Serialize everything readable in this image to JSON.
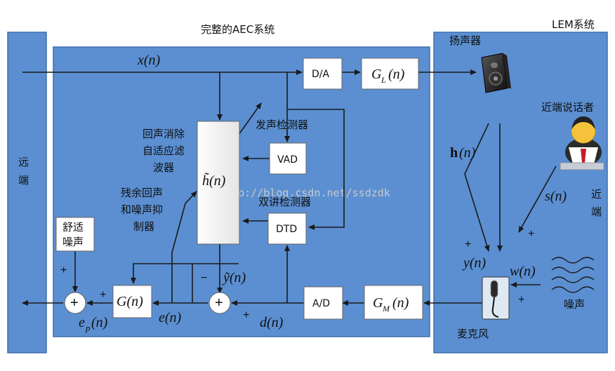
{
  "titles": {
    "main": "完整的AEC系统",
    "lem": "LEM系统"
  },
  "far_end": {
    "label_line1": "远",
    "label_line2": "端"
  },
  "near_end": {
    "label_line1": "近",
    "label_line2": "端"
  },
  "signals": {
    "x": "x(n)",
    "e": "e(n)",
    "ep": "e",
    "ep_sub": "p",
    "ep_tail": "(n)",
    "d": "d(n)",
    "y_tilde": "ỹ(n)",
    "y": "y(n)",
    "w": "w(n)",
    "s": "s(n)",
    "h": "h",
    "h_tail": "(n)"
  },
  "blocks": {
    "da": "D/A",
    "ad": "A/D",
    "gl": "G",
    "gl_sub": "L",
    "gl_tail": "(n)",
    "gm": "G",
    "gm_sub": "M",
    "gm_tail": "(n)",
    "g": "G(n)",
    "h_tilde": "h̃(n)",
    "vad": "VAD",
    "dtd": "DTD",
    "comfort_noise_line1": "舒适",
    "comfort_noise_line2": "噪声"
  },
  "annotations": {
    "echo_filter_line1": "回声消除",
    "echo_filter_line2": "自适应滤",
    "echo_filter_line3": "波器",
    "residual_line1": "残余回声",
    "residual_line2": "和噪声抑",
    "residual_line3": "制器",
    "vad_label": "发声检测器",
    "dtd_label": "双讲检测器",
    "speaker": "扬声器",
    "near_talker": "近端说话者",
    "microphone": "麦克风",
    "noise": "噪声"
  },
  "signs": {
    "plus": "+",
    "minus": "−"
  },
  "watermark": "http://blog.csdn.net/ssdzdk",
  "colors": {
    "panel_fill": "#5b8fd1",
    "panel_stroke": "#3f6fad",
    "block_fill": "#ffffff",
    "line": "#1a1a1a"
  }
}
